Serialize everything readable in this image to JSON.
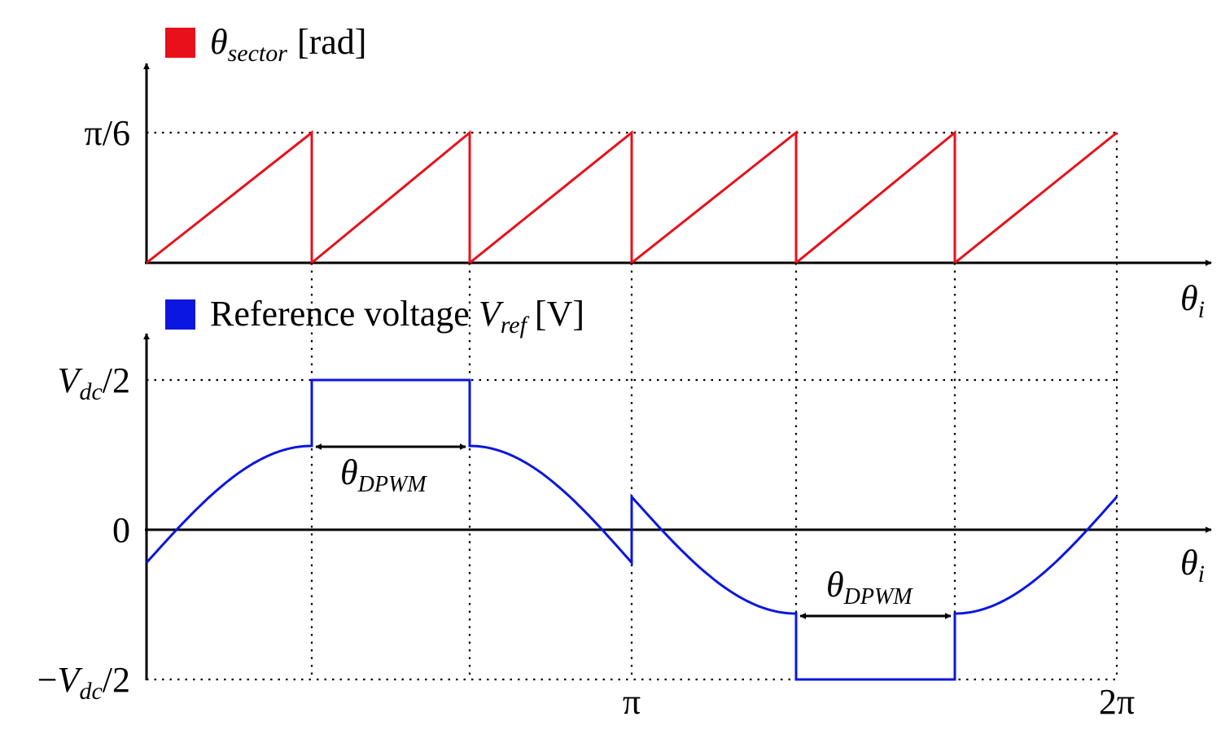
{
  "legend_top": {
    "color": "#e8101a",
    "symbol": "θ",
    "subscript": "sector",
    "unit": "[rad]"
  },
  "legend_bottom": {
    "color": "#0b16e0",
    "text": "Reference voltage",
    "symbol": "V",
    "subscript": "ref",
    "unit": "[V]"
  },
  "top_axis": {
    "y_tick": "π/6",
    "x_symbol": "θ",
    "x_subscript": "i"
  },
  "bottom_axis": {
    "y_tick_top_symbol": "V",
    "y_tick_top_sub": "dc",
    "y_tick_top_rest": "/2",
    "y_tick_zero": "0",
    "y_tick_bottom_sign": "−",
    "y_tick_bottom_symbol": "V",
    "y_tick_bottom_sub": "dc",
    "y_tick_bottom_rest": "/2",
    "x_symbol": "θ",
    "x_subscript": "i",
    "x_tick_pi": "π",
    "x_tick_2pi": "2π"
  },
  "annotations": {
    "dpwm_symbol": "θ",
    "dpwm_subscript": "DPWM"
  },
  "chart_data": [
    {
      "type": "line",
      "series_name": "θsector",
      "x_domain": [
        "0",
        "2π"
      ],
      "y_ticks": [
        "0",
        "π/6"
      ],
      "x": [
        0,
        1,
        1,
        2,
        2,
        3,
        3,
        4,
        4,
        5,
        5,
        6
      ],
      "x_unit": "π/3",
      "y": [
        0,
        1,
        0,
        1,
        0,
        1,
        0,
        1,
        0,
        1,
        0,
        1
      ],
      "y_unit": "π/6",
      "teeth": 6
    },
    {
      "type": "line",
      "series_name": "Vref",
      "x_unit": "π/3",
      "y_unit": "Vdc/2",
      "segments": [
        {
          "shape": "arc",
          "x_range": [
            0,
            1
          ],
          "y_start": -0.22,
          "y_end": 0.56,
          "y_zero_crossing_x": 0.1
        },
        {
          "shape": "clamp",
          "x_range": [
            1,
            2
          ],
          "y": 1.0
        },
        {
          "shape": "arc",
          "x_range": [
            2,
            3
          ],
          "y_start": 0.56,
          "y_end": -0.22
        },
        {
          "shape": "jump",
          "x": 3,
          "y_from": -0.22,
          "y_to": 0.22
        },
        {
          "shape": "arc",
          "x_range": [
            3,
            4
          ],
          "y_start": 0.22,
          "y_end": -0.56
        },
        {
          "shape": "clamp",
          "x_range": [
            4,
            5
          ],
          "y": -1.0
        },
        {
          "shape": "arc",
          "x_range": [
            5,
            6
          ],
          "y_start": -0.56,
          "y_end": 0.22
        }
      ]
    }
  ]
}
